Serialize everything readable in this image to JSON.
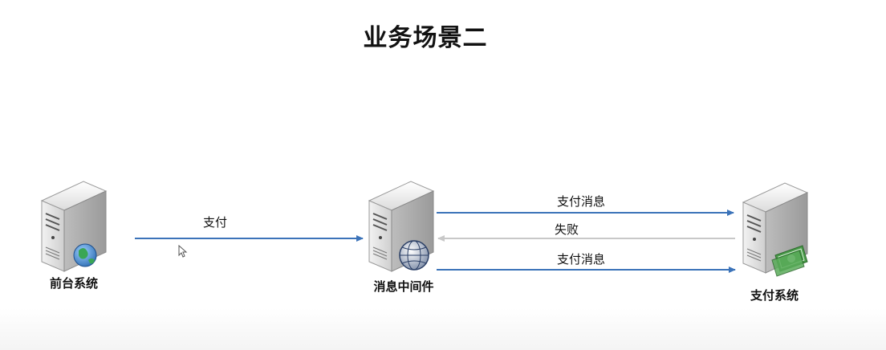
{
  "title": "业务场景二",
  "nodes": {
    "frontend": {
      "label": "前台系统",
      "icon": "server-globe-icon"
    },
    "middleware": {
      "label": "消息中间件",
      "icon": "server-network-icon"
    },
    "payment": {
      "label": "支付系统",
      "icon": "server-money-icon"
    }
  },
  "edges": {
    "pay": {
      "label": "支付"
    },
    "pay_msg_1": {
      "label": "支付消息"
    },
    "fail": {
      "label": "失败"
    },
    "pay_msg_2": {
      "label": "支付消息"
    }
  },
  "colors": {
    "arrow_blue": "#3b73b9",
    "arrow_gray": "#c8c8c8",
    "server_body": "#e6e6e6",
    "globe_green": "#3aa655",
    "globe_blue": "#2f6fb5",
    "money_green": "#4a9a4a"
  }
}
